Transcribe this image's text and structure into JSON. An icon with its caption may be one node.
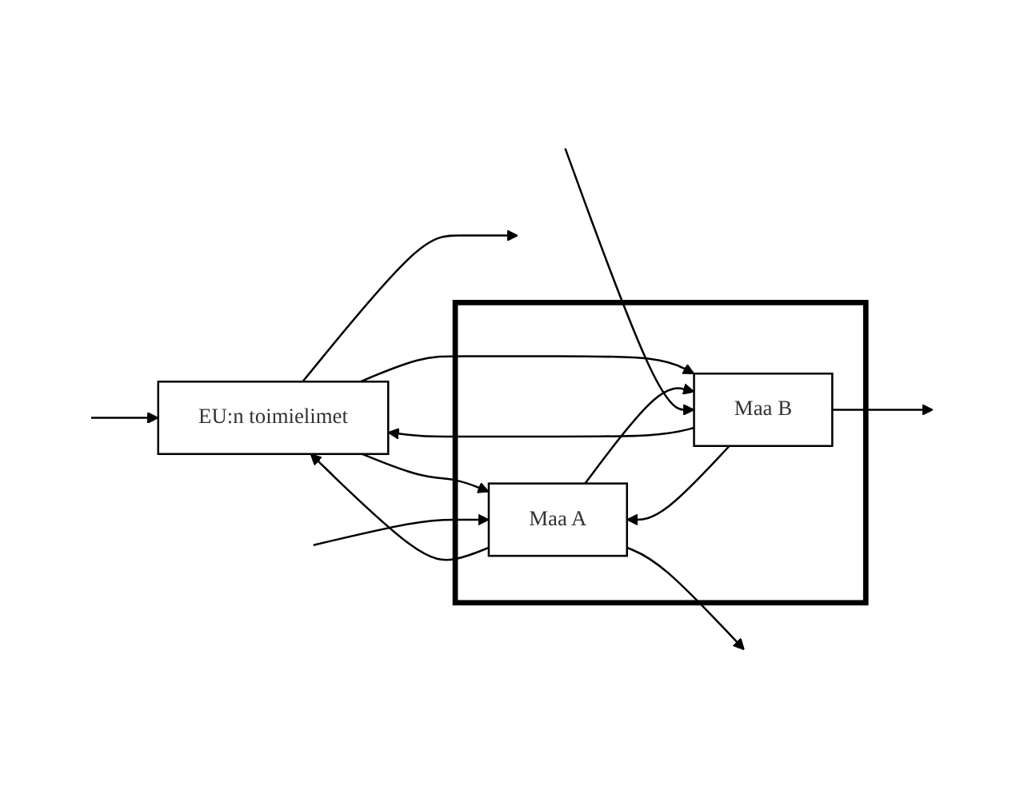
{
  "diagram": {
    "nodes": [
      {
        "text": [
          "EU:n toimielimet"
        ]
      },
      {
        "text": [],
        "shape": "box"
      },
      {
        "text": [
          "Maa A"
        ],
        "in": 1
      },
      {
        "text": [
          "Maa B"
        ],
        "in": 1
      }
    ],
    "edges": [
      {
        "from": 0,
        "to": null,
        "arrow": "to"
      },
      {
        "from": null,
        "to": 0,
        "arrow": "to"
      },
      {
        "from": 2,
        "to": 0,
        "arrow": "to"
      },
      {
        "from": 0,
        "to": 2,
        "arrow": "to"
      },
      {
        "from": 3,
        "to": 0,
        "arrow": "to"
      },
      {
        "from": 0,
        "to": 3,
        "arrow": "to"
      },
      {
        "from": 2,
        "to": 3,
        "arrow": "to"
      },
      {
        "from": 3,
        "to": 2,
        "arrow": "to"
      },
      {
        "from": null,
        "to": 2,
        "arrow": "to"
      },
      {
        "from": 2,
        "to": null,
        "arrow": "to"
      },
      {
        "from": null,
        "to": 3,
        "arrow": "to"
      },
      {
        "from": 3,
        "to": null,
        "arrow": "to"
      }
    ]
  }
}
